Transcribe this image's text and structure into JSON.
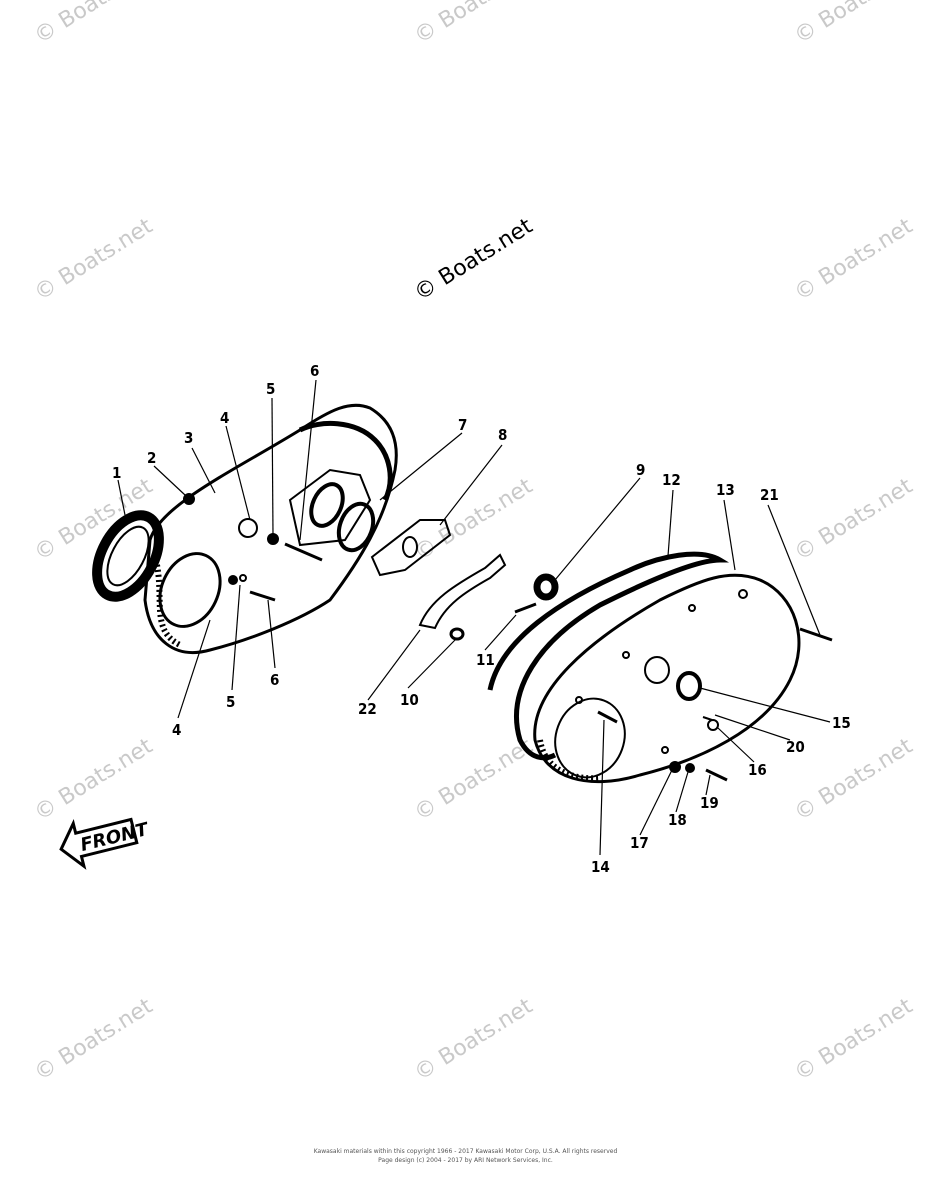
{
  "watermark": "© Boats.net",
  "watermark_center": "© Boats.net",
  "front_label": "FRONT",
  "callouts": [
    "1",
    "2",
    "3",
    "4",
    "4",
    "5",
    "5",
    "6",
    "6",
    "7",
    "8",
    "9",
    "10",
    "11",
    "12",
    "13",
    "14",
    "15",
    "16",
    "17",
    "18",
    "19",
    "20",
    "21",
    "22"
  ],
  "footer": {
    "line1": "Kawasaki materials within this copyright 1966 - 2017 Kawasaki Motor Corp, U.S.A. All rights reserved",
    "line2": "Page design (c) 2004 - 2017 by ARI Network Services, Inc."
  },
  "colors": {
    "ink": "#000000",
    "watermark": "#c9c9c9"
  }
}
